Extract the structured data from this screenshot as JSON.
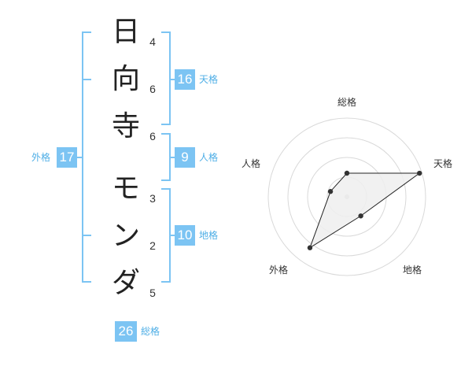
{
  "name": {
    "chars": [
      "日",
      "向",
      "寺",
      "モ",
      "ン",
      "ダ"
    ],
    "strokes": [
      "4",
      "6",
      "6",
      "3",
      "2",
      "5"
    ]
  },
  "fortune": {
    "tenkaku": {
      "value": "16",
      "label": "天格"
    },
    "jinkaku": {
      "value": "9",
      "label": "人格"
    },
    "chikaku": {
      "value": "10",
      "label": "地格"
    },
    "gaikaku": {
      "value": "17",
      "label": "外格"
    },
    "soukaku": {
      "value": "26",
      "label": "総格"
    }
  },
  "colors": {
    "accent": "#7cc4f3",
    "accent_text": "#4eaee6",
    "radar_fill": "#efefef",
    "radar_ring": "#d9d9d9"
  },
  "chart_data": {
    "type": "radar",
    "axes": [
      "総格",
      "天格",
      "地格",
      "外格",
      "人格"
    ],
    "values": [
      0.3,
      0.97,
      0.3,
      0.8,
      0.22
    ],
    "range": [
      0,
      1
    ],
    "rings": 4
  }
}
